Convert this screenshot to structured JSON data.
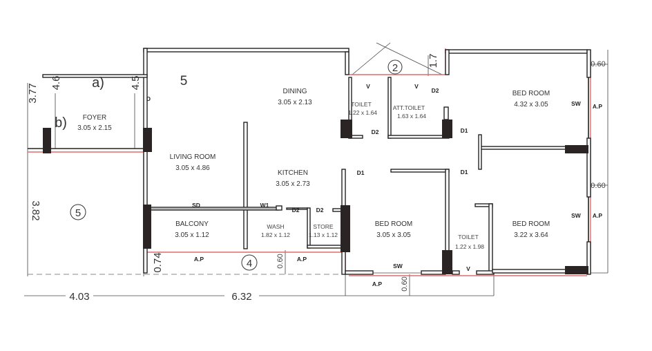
{
  "rooms": {
    "foyer": {
      "name": "FOYER",
      "size": "3.05 x 2.15"
    },
    "dining": {
      "name": "DINING",
      "size": "3.05 x 2.13"
    },
    "living": {
      "name": "LIVING ROOM",
      "size": "3.05 x 4.86"
    },
    "kitchen": {
      "name": "KITCHEN",
      "size": "3.05 x 2.73"
    },
    "balcony": {
      "name": "BALCONY",
      "size": "3.05 x 1.12"
    },
    "wash": {
      "name": "WASH",
      "size": "1.82 x 1.12"
    },
    "store": {
      "name": "STORE",
      "size": "1.13 x 1.12"
    },
    "toilet1": {
      "name": "TOILET",
      "size": "1.22 x 1.64"
    },
    "att_toilet": {
      "name": "ATT.TOILET",
      "size": "1.63 x 1.64"
    },
    "bedroom1": {
      "name": "BED ROOM",
      "size": "4.32 x 3.05"
    },
    "bedroom2": {
      "name": "BED ROOM",
      "size": "3.05 x 3.05"
    },
    "toilet2": {
      "name": "TOILET",
      "size": "1.22 x 1.98"
    },
    "bedroom3": {
      "name": "BED ROOM",
      "size": "3.22 x 3.64"
    }
  },
  "labels": {
    "d": "D",
    "d1": "D1",
    "d2": "D2",
    "v": "V",
    "sw": "SW",
    "sd": "SD",
    "w1": "W1",
    "ap": "A.P"
  },
  "markers": {
    "a": "a)",
    "b": "b)",
    "five": "5",
    "circle_2": "2",
    "circle_4": "4",
    "circle_5": "5"
  },
  "dimensions": {
    "d377": "3.77",
    "d46": "4.6",
    "d45": "4.5",
    "d17": "1.7",
    "d060": "0.60",
    "d382": "3.82",
    "d074": "0.74",
    "d403": "4.03",
    "d632": "6.32"
  }
}
